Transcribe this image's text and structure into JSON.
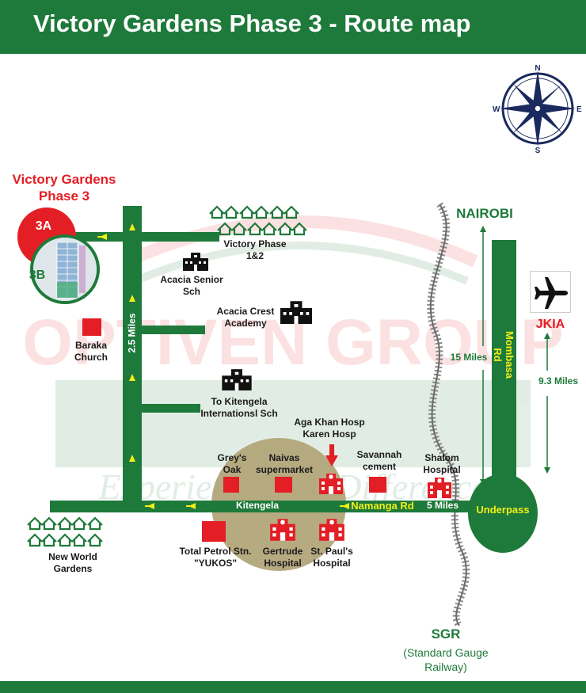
{
  "header": {
    "title": "Victory Gardens Phase 3 - Route map"
  },
  "compass": {
    "n": "N",
    "s": "S",
    "e": "E",
    "w": "W"
  },
  "watermark": {
    "brand": "OPTIVEN GROUP",
    "tagline": "Experience The Difference"
  },
  "destination": {
    "title": "Victory Gardens\nPhase 3",
    "label_a": "3A",
    "label_b": "3B"
  },
  "roads": {
    "main_road_left": "Kitengela",
    "main_road_right": "Namanga Rd",
    "main_road_distance": "5 Miles",
    "vertical_distance": "2.5 Miles",
    "highway": "Mombasa Rd",
    "highway_distance": "15 Miles",
    "jkia_distance": "9.3 Miles",
    "junction": "Underpass"
  },
  "places": {
    "nairobi": "NAIROBI",
    "jkia": "JKIA",
    "victory_phase_12": "Victory Phase\n1&2",
    "acacia_senior": "Acacia Senior\nSch",
    "acacia_crest": "Acacia Crest\nAcademy",
    "baraka_church": "Baraka\nChurch",
    "kitengela_intl": "To Kitengela\nInternationsl Sch",
    "aga_khan": "Aga Khan Hosp\nKaren Hosp",
    "greys_oak": "Grey's\nOak",
    "naivas": "Naivas\nsupermarket",
    "savannah": "Savannah\ncement",
    "shalom": "Shalom\nHospital",
    "new_world": "New World\nGardens",
    "total_petrol": "Total Petrol Stn.\n\"YUKOS\"",
    "gertrude": "Gertrude\nHospital",
    "st_pauls": "St. Paul's\nHospital",
    "sgr_title": "SGR",
    "sgr_sub": "(Standard Gauge\nRailway)"
  },
  "colors": {
    "green": "#1e7a3a",
    "red": "#e31e24",
    "yellow": "#f2ee18",
    "circle": "#b2a57a",
    "navy": "#1a2a5e"
  },
  "icons": {
    "school": "school-building-icon",
    "hospital": "hospital-icon",
    "house": "house-cluster-icon",
    "airplane": "airplane-icon",
    "compass": "compass-rose-icon",
    "railway": "railway-track-icon"
  }
}
